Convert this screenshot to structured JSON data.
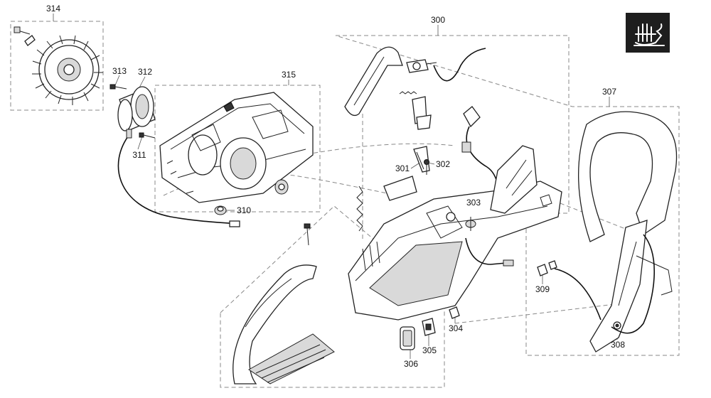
{
  "labels": {
    "p300": "300",
    "p301": "301",
    "p302": "302",
    "p303": "303",
    "p304": "304",
    "p305": "305",
    "p306": "306",
    "p307": "307",
    "p308": "308",
    "p309": "309",
    "p310": "310",
    "p311": "311",
    "p312": "312",
    "p313": "313",
    "p314": "314",
    "p315": "315"
  },
  "badge": {
    "icon": "hand-glove-icon",
    "color": "#1e1e1e"
  }
}
